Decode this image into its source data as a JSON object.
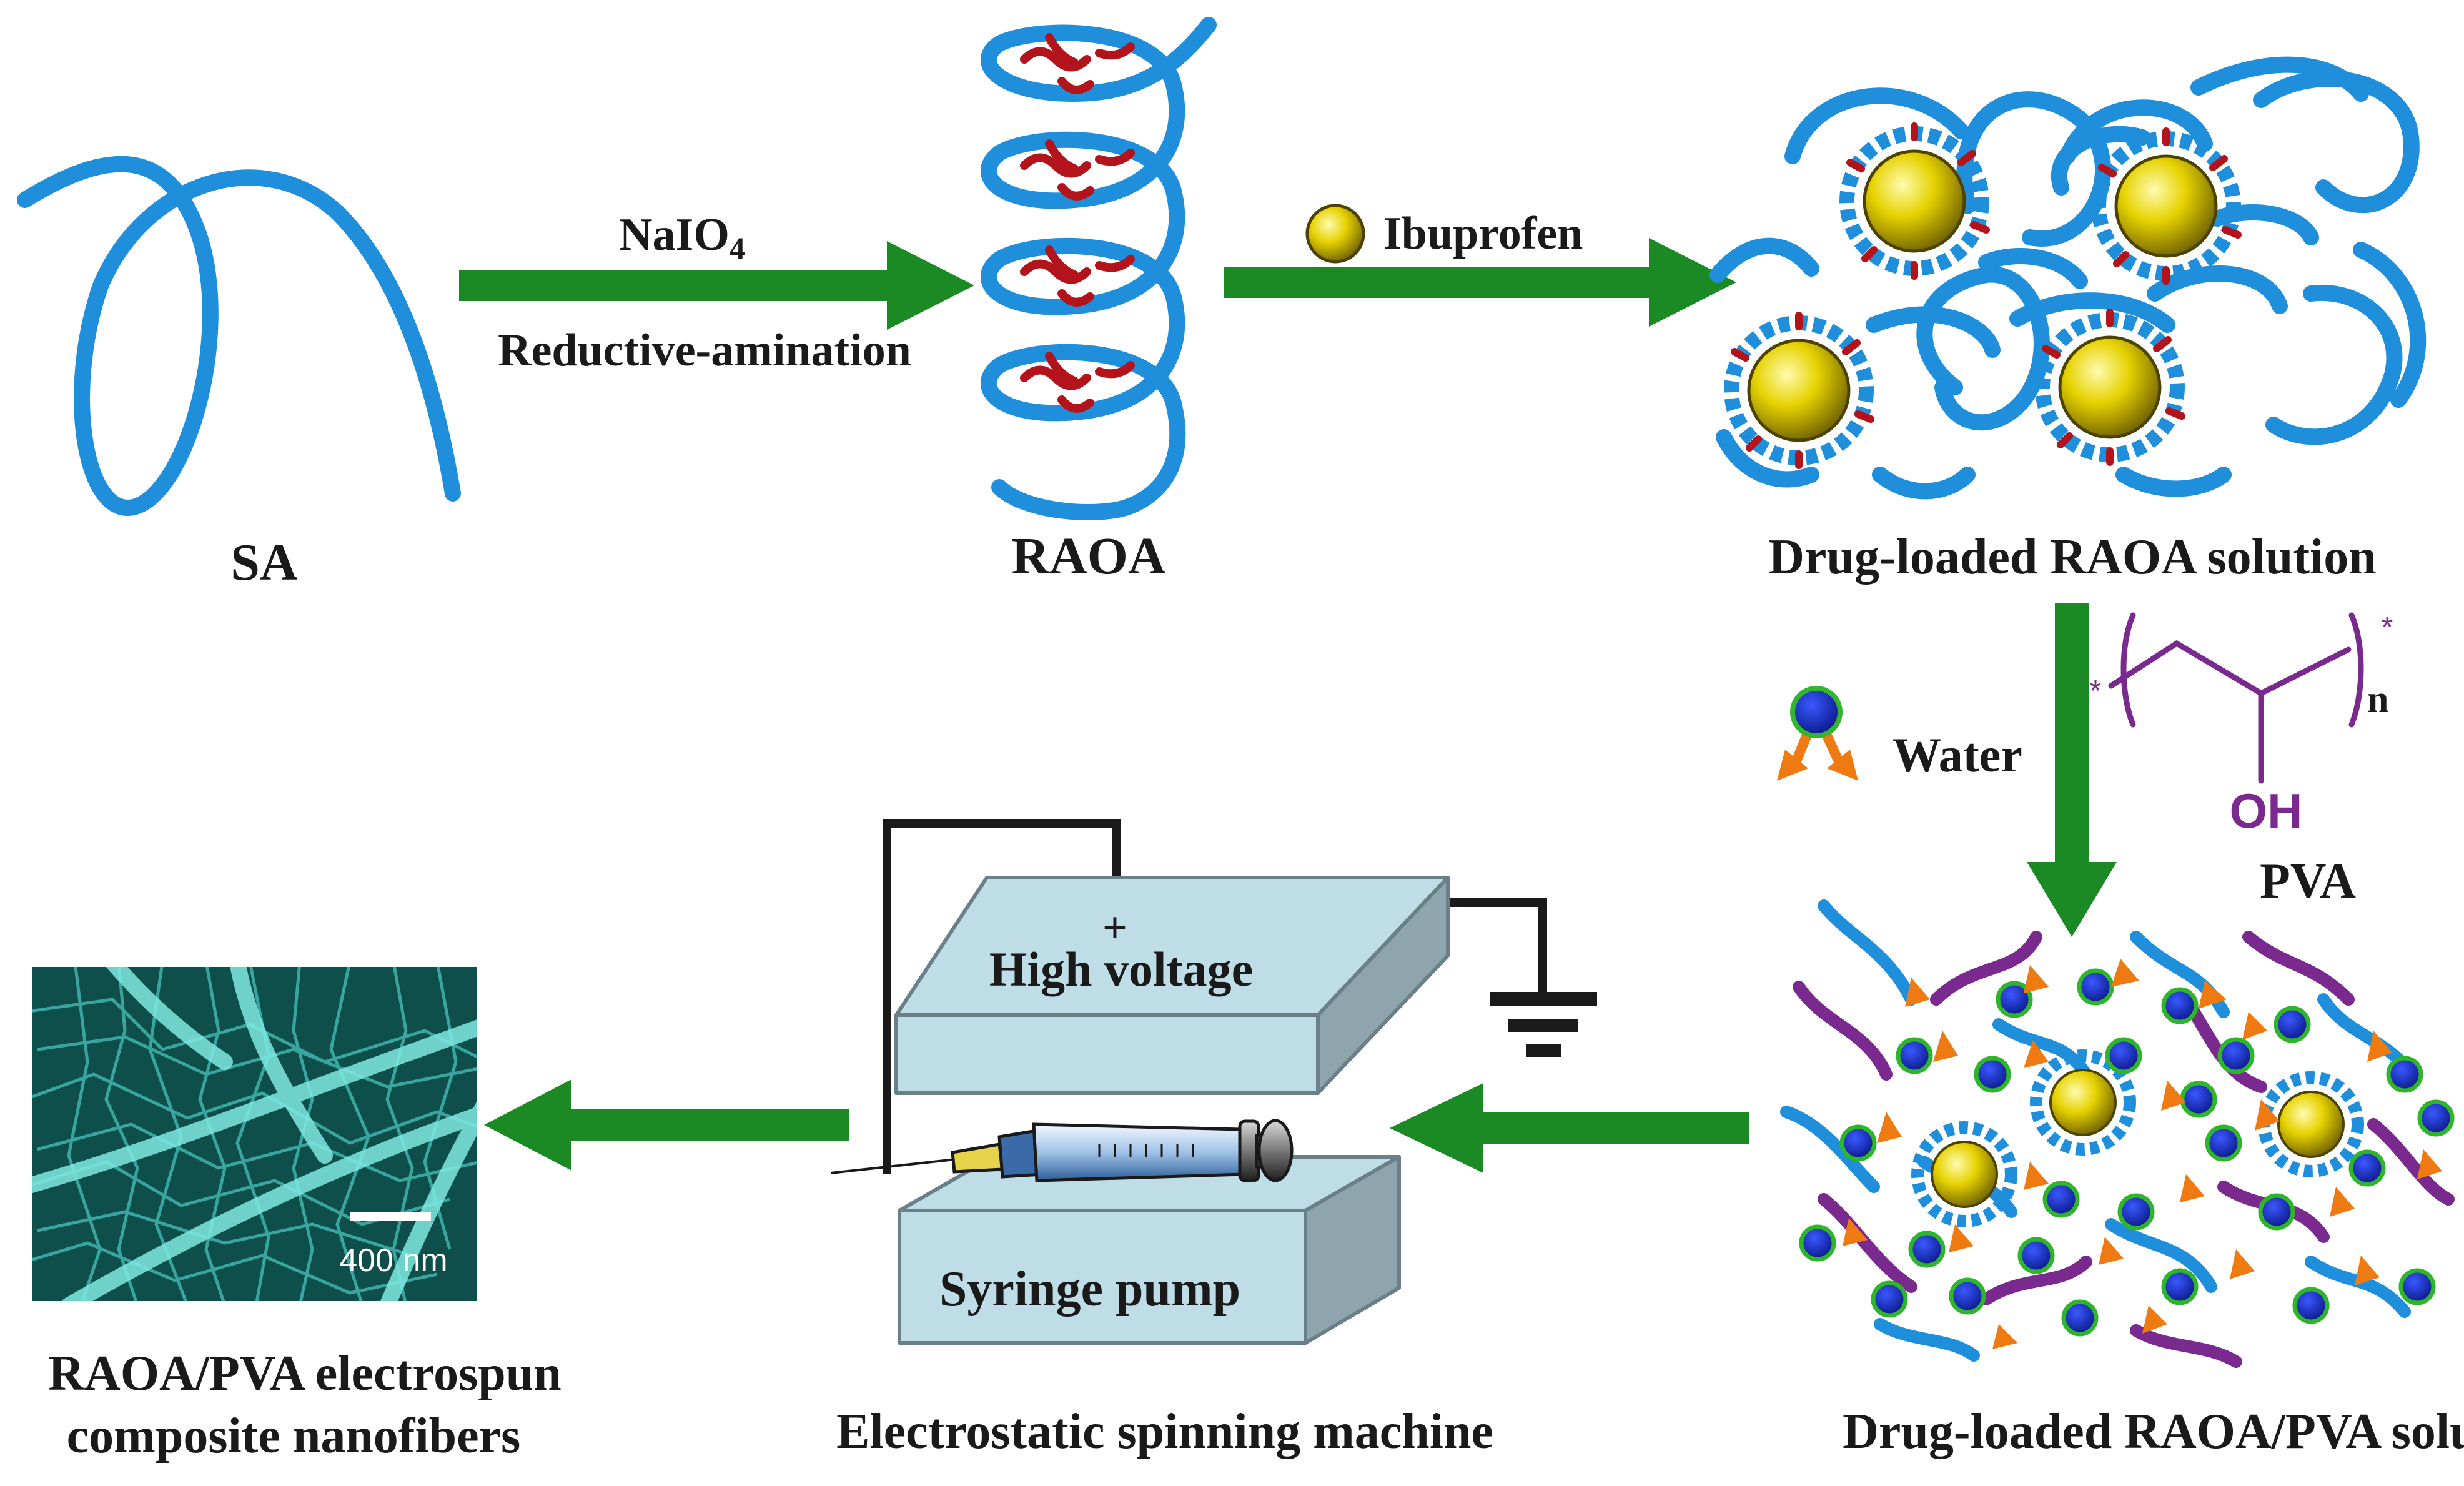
{
  "labels": {
    "sa": "SA",
    "raoa": "RAOA",
    "drug_loaded_raoa_solution": "Drug-loaded RAOA solution",
    "pva": "PVA",
    "drug_loaded_raoa_pva_solution": "Drug-loaded RAOA/PVA solution",
    "electrostatic_spinning_machine": "Electrostatic spinning machine",
    "nanofibers_line1": "RAOA/PVA electrospun",
    "nanofibers_line2": "composite nanofibers"
  },
  "arrows": {
    "step1_top_prefix": "NaIO",
    "step1_top_subscript": "4",
    "step1_bottom": "Reductive-amination",
    "step2": "Ibuprofen",
    "step3": "Water"
  },
  "pva_structure": {
    "repeat_subscript": "n",
    "end_marker": "*",
    "hydroxyl": "OH"
  },
  "machine": {
    "high_voltage": "High voltage",
    "positive_terminal": "+",
    "syringe_pump": "Syringe pump"
  },
  "sem_image": {
    "scale_bar_label": "400 nm"
  },
  "colors": {
    "arrow_green": "#1b8a24",
    "chain_blue": "#1f8fdc",
    "graft_red": "#b3141b",
    "drug_gold": "#d8c400",
    "pva_purple": "#7a2a8e",
    "water_orange": "#f07a12",
    "water_blue": "#1428b8",
    "box_fill": "#bfdde6",
    "box_edge": "#6a7f88",
    "sem_teal": "#1c8f8c"
  }
}
